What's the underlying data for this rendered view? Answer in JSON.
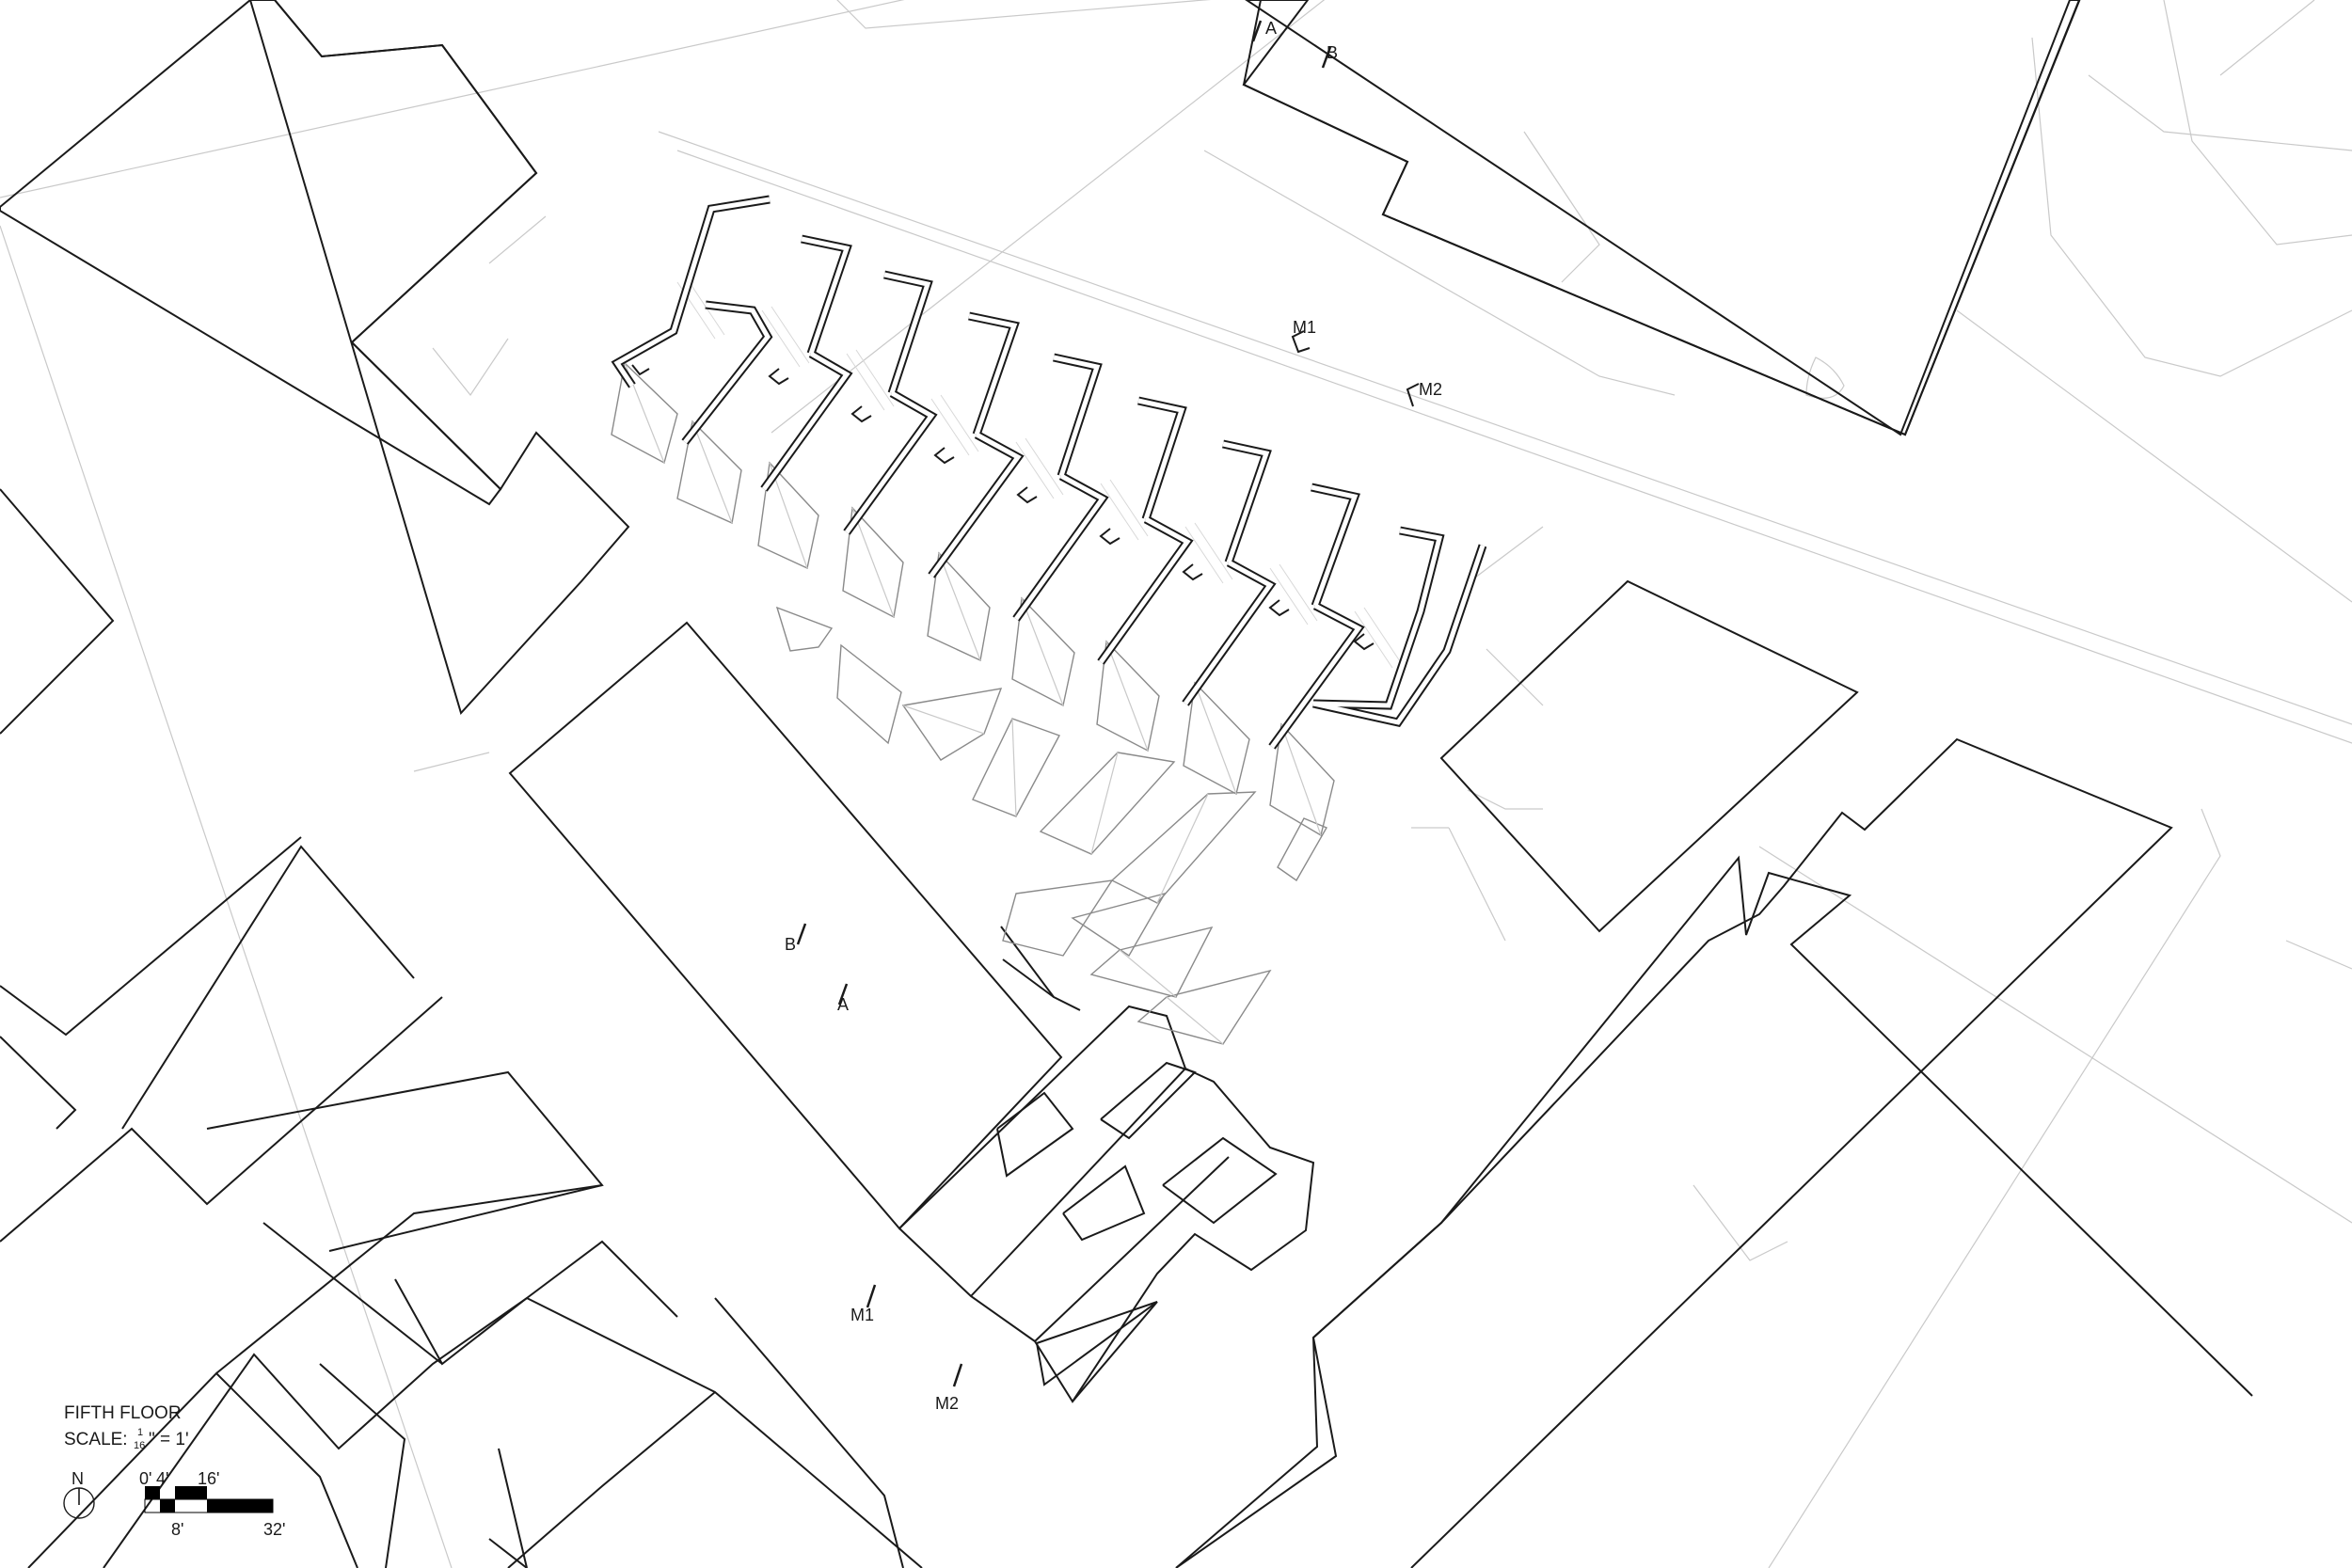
{
  "drawing": {
    "title": "FIFTH FLOOR",
    "scale_prefix": "SCALE:",
    "scale_num": "1",
    "scale_den": "16",
    "scale_suffix": "\" = 1'",
    "north": "N"
  },
  "section_markers": {
    "a_top": "A",
    "b_top": "B",
    "a_bottom": "A",
    "b_bottom": "B",
    "m1_top": "M1",
    "m2_top": "M2",
    "m1_bottom": "M1",
    "m2_bottom": "M2"
  },
  "scale_bar": {
    "l0": "0'",
    "l4": "4'",
    "l8": "8'",
    "l16": "16'",
    "l32": "32'"
  }
}
